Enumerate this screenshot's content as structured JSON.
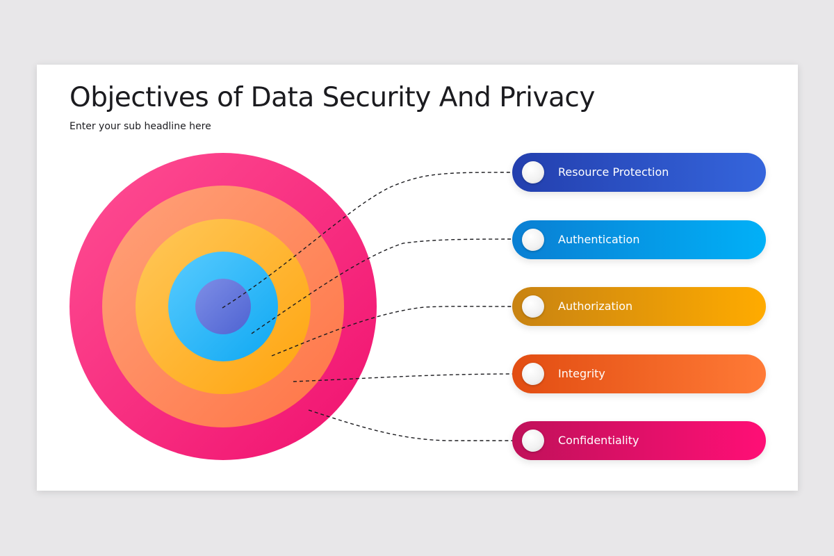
{
  "slide": {
    "title": "Objectives of Data Security And Privacy",
    "subtitle": "Enter your sub headline here"
  },
  "objectives": [
    {
      "label": "Resource Protection",
      "color": "#2e5bd3"
    },
    {
      "label": "Authentication",
      "color": "#03a3ee"
    },
    {
      "label": "Authorization",
      "color": "#f4a30a"
    },
    {
      "label": "Integrity",
      "color": "#f46624"
    },
    {
      "label": "Confidentiality",
      "color": "#e5126b"
    }
  ],
  "rings": [
    {
      "color_outer": "#ff4f93",
      "color_inner": "#f0106f"
    },
    {
      "color_outer": "#ffa27a",
      "color_inner": "#ff7446"
    },
    {
      "color_outer": "#ffc85a",
      "color_inner": "#ffa40e"
    },
    {
      "color_outer": "#58cbff",
      "color_inner": "#0fa8f2"
    },
    {
      "color_outer": "#7e8ee6",
      "color_inner": "#4e63d2"
    }
  ]
}
